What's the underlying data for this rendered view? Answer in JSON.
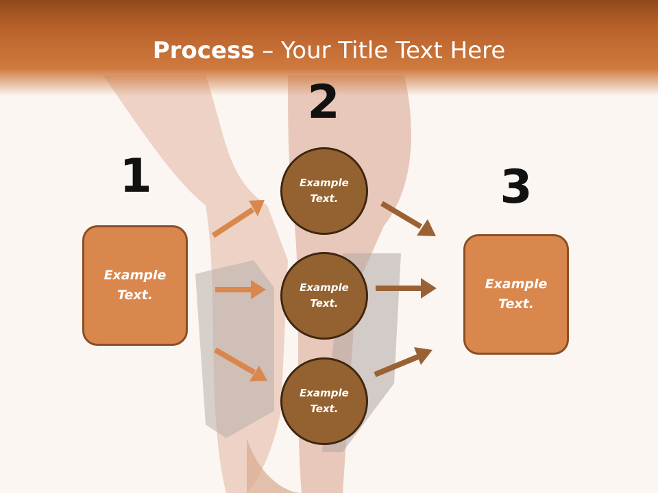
{
  "title": {
    "bold": "Process",
    "rest": " – Your Title Text Here"
  },
  "steps": {
    "one": "1",
    "two": "2",
    "three": "3"
  },
  "left_box": "Example\nText.",
  "right_box": "Example\nText.",
  "circles": [
    "Example\nText.",
    "Example\nText.",
    "Example\nText."
  ],
  "colors": {
    "header": "#b9612b",
    "box_fill": "#d9874d",
    "circle_fill": "#946231",
    "arrow_left": "#d9874d",
    "arrow_right": "#9a6234"
  }
}
